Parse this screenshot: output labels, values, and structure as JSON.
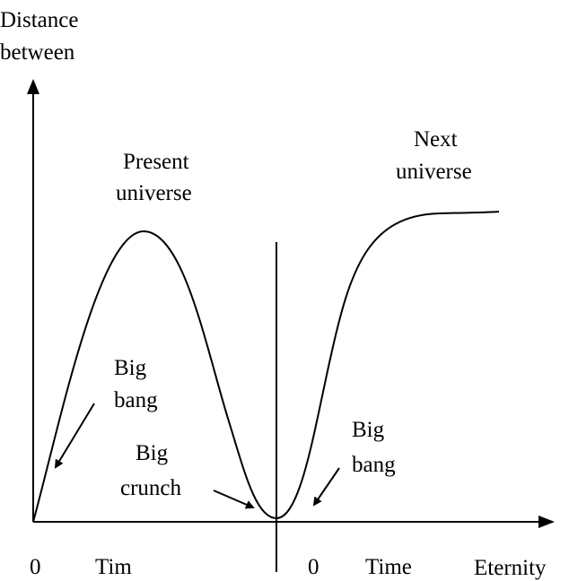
{
  "y_axis_label": [
    "Distance",
    "between"
  ],
  "labels": {
    "present_universe": [
      "Present",
      "universe"
    ],
    "next_universe": [
      "Next",
      "universe"
    ],
    "big_bang_left": [
      "Big",
      "bang"
    ],
    "big_crunch": [
      "Big",
      "crunch"
    ],
    "big_bang_right": [
      "Big",
      "bang"
    ]
  },
  "x_axis_ticks": {
    "zero_left": "0",
    "time_left": "Tim",
    "zero_right": "0",
    "time_right": "Time",
    "eternity": "Eternity"
  },
  "colors": {
    "line": "#000000",
    "background": "#ffffff"
  }
}
